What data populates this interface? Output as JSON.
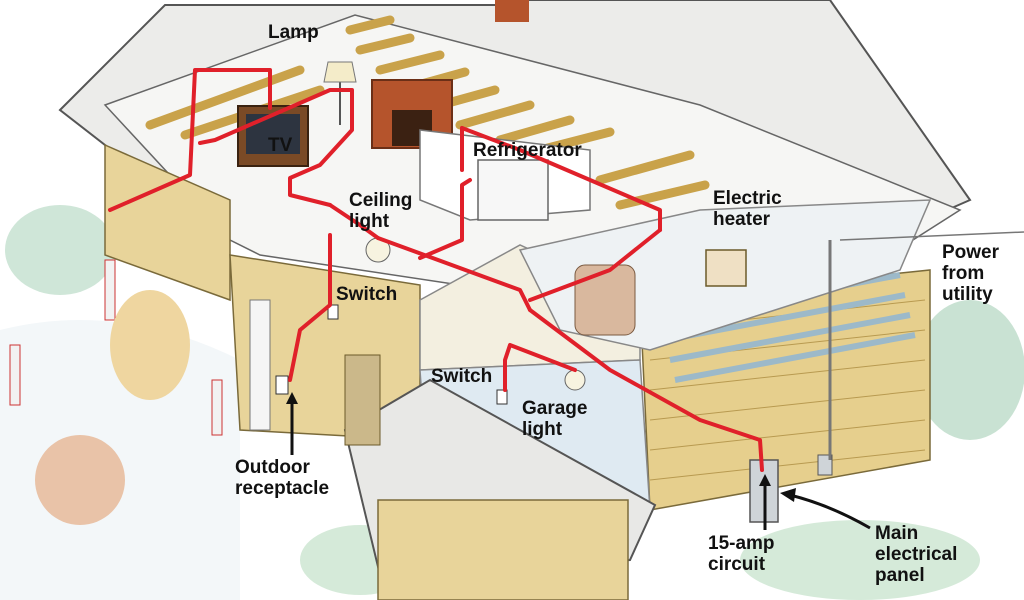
{
  "labels": {
    "lamp": "Lamp",
    "tv": "TV",
    "refrigerator": "Refrigerator",
    "ceiling_light": "Ceiling\nlight",
    "electric_heater": "Electric\nheater",
    "power_from_utility": "Power\nfrom\nutility",
    "switch_upper": "Switch",
    "switch_lower": "Switch",
    "garage_light": "Garage\nlight",
    "outdoor_receptacle": "Outdoor\nreceptacle",
    "circuit": "15-amp\ncircuit",
    "main_panel": "Main\nelectrical\npanel"
  },
  "colors": {
    "wire": "#e0202a",
    "roof": "#eeeeec",
    "siding": "#e8d49a",
    "floor": "#dfe8ee",
    "brick": "#b5542c",
    "tree": "#bfe0cc"
  }
}
